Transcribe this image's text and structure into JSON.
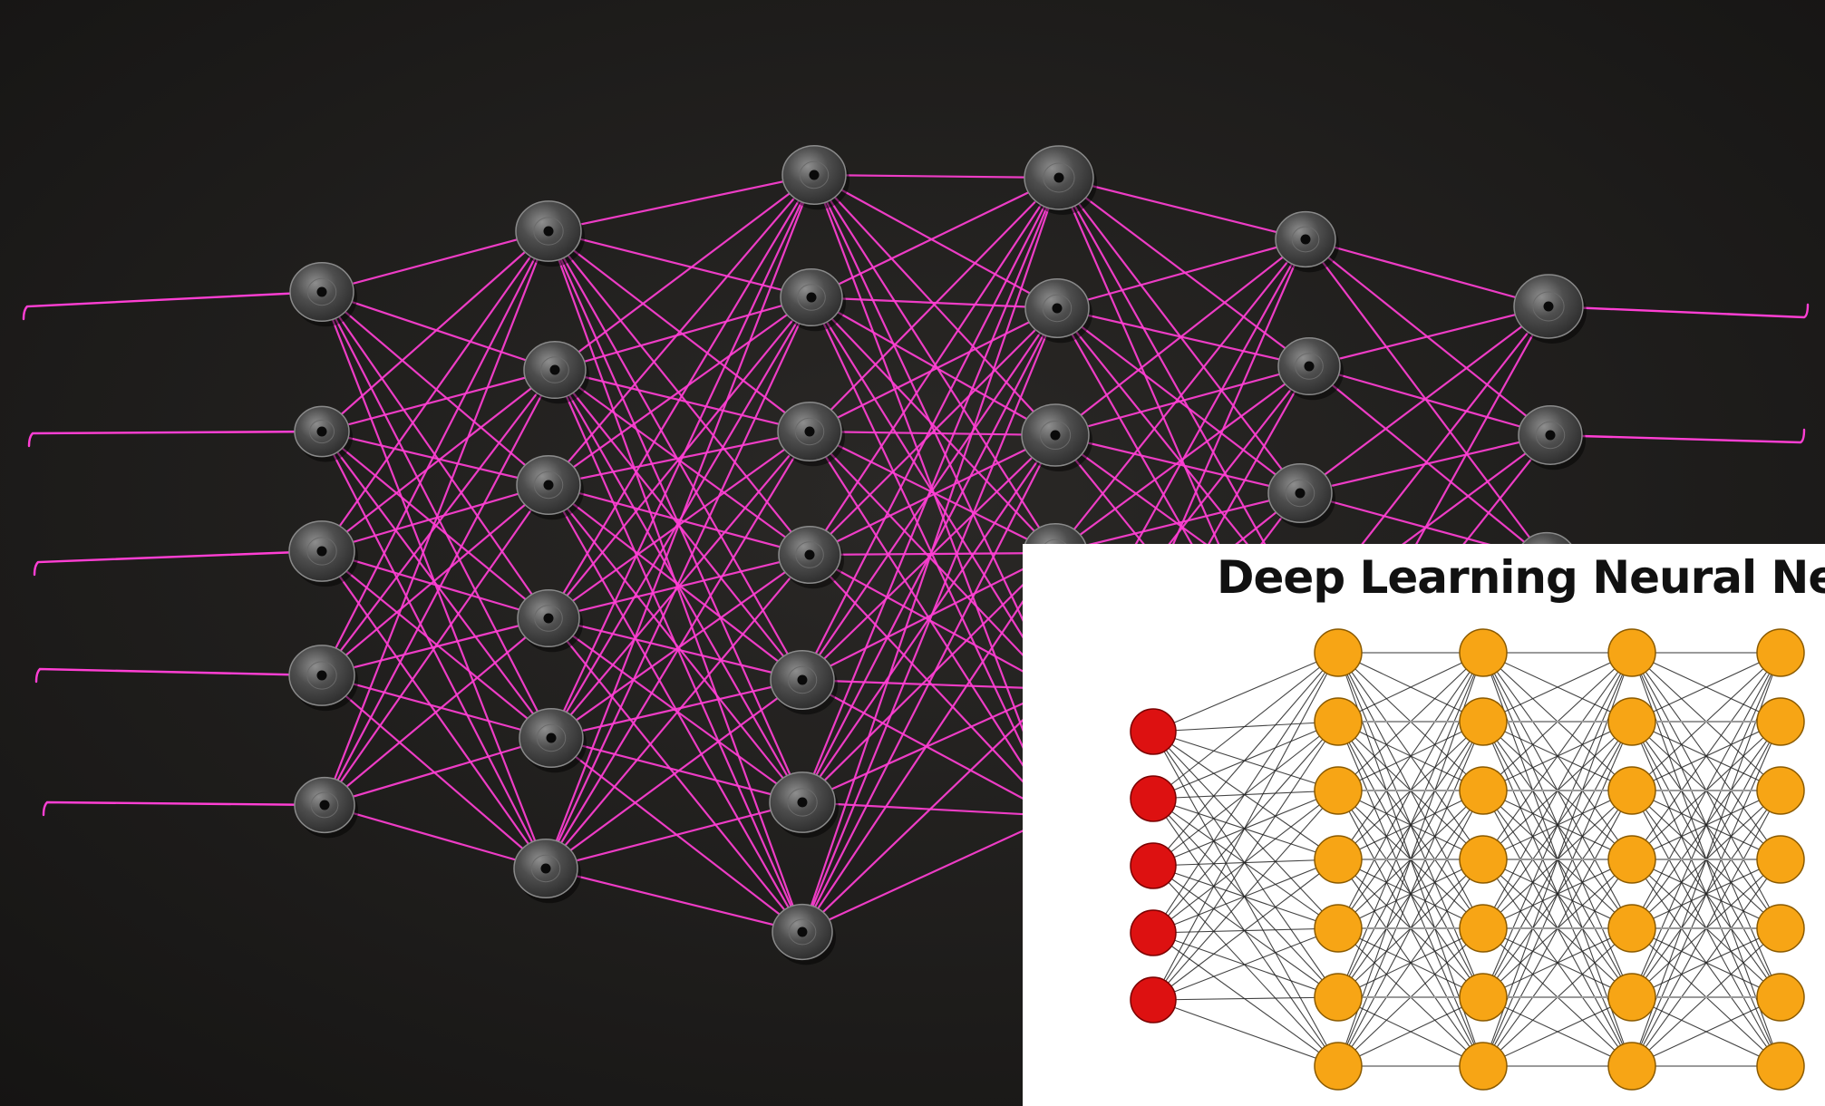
{
  "scene": {
    "description_colors": {
      "background": "#1f1d1c",
      "string": "#ff3fd4",
      "disc": "#4a4a4a",
      "disc_rim": "#8a8a8a",
      "hole": "#0a0a0a"
    },
    "layer_sizes": [
      5,
      6,
      7,
      6,
      5,
      3
    ]
  },
  "inset": {
    "title": "Deep Learning Neural Ne",
    "colors": {
      "input_node": "#dd1111",
      "hidden_node": "#f7a515",
      "node_stroke": "#8a5a00",
      "edge": "#222222",
      "background": "#ffffff"
    },
    "layer_sizes": [
      5,
      7,
      7,
      7,
      7
    ]
  }
}
